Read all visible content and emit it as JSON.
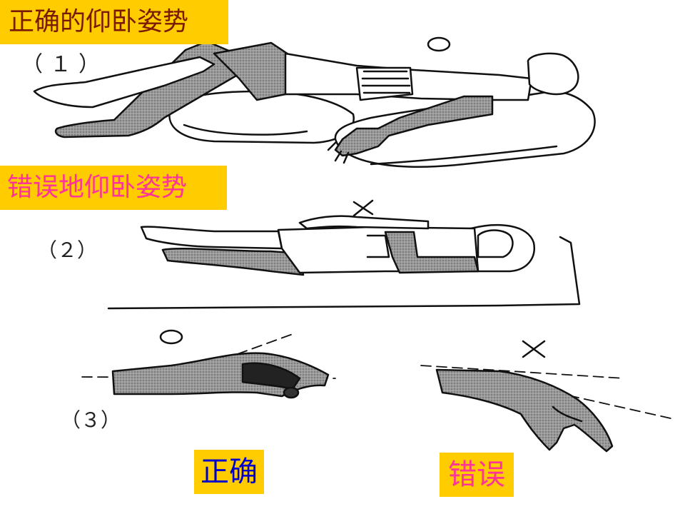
{
  "labels": {
    "correct_title": "正确的仰卧姿势",
    "wrong_title": "错误地仰卧姿势",
    "caption_correct": "正确",
    "caption_wrong": "错误"
  },
  "figure_numbers": [
    "（１）",
    "（２）",
    "（３）"
  ],
  "marks": {
    "correct": "O",
    "wrong": "X"
  },
  "colors": {
    "label_background": "#ffcc00",
    "correct_title_text": "#7a1a00",
    "wrong_text": "#ff3399",
    "correct_caption_text": "#0000cc",
    "shading": "#8a8a8a"
  }
}
